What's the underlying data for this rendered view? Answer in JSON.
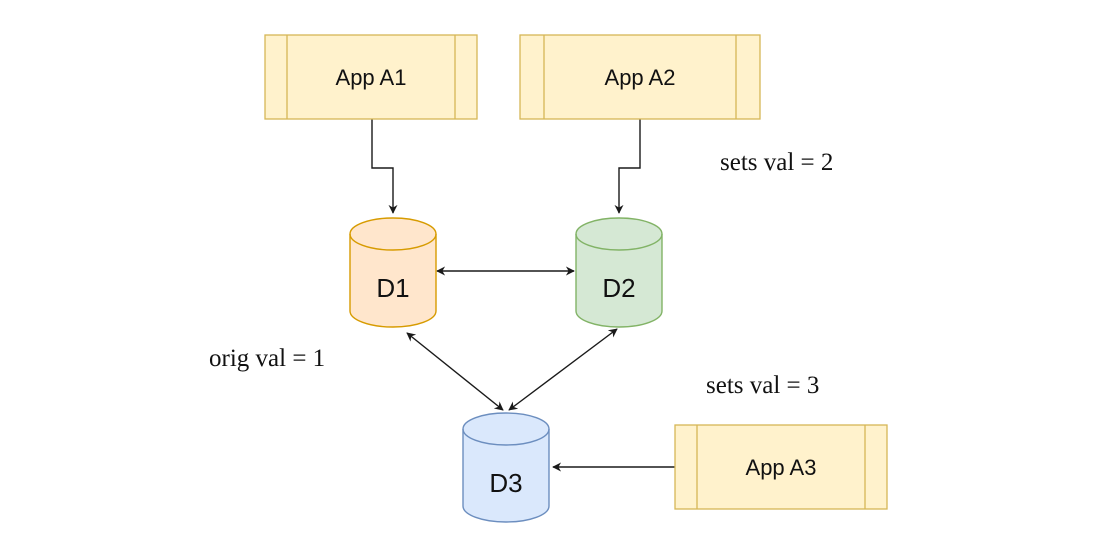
{
  "colors": {
    "app_fill": "#fff2cc",
    "app_stroke": "#d6b656",
    "d1_fill": "#ffe6cc",
    "d1_stroke": "#d79b00",
    "d2_fill": "#d5e8d4",
    "d2_stroke": "#82b366",
    "d3_fill": "#dae8fc",
    "d3_stroke": "#6c8ebf",
    "edge": "#1a1a1a"
  },
  "apps": {
    "a1": {
      "label": "App A1"
    },
    "a2": {
      "label": "App A2"
    },
    "a3": {
      "label": "App A3"
    }
  },
  "databases": {
    "d1": {
      "label": "D1"
    },
    "d2": {
      "label": "D2"
    },
    "d3": {
      "label": "D3"
    }
  },
  "notes": {
    "a2_sets": "sets val = 2",
    "a3_sets": "sets val = 3",
    "orig": "orig val = 1"
  },
  "connections": [
    {
      "from": "App A1",
      "to": "D1",
      "direction": "one-way"
    },
    {
      "from": "App A2",
      "to": "D2",
      "direction": "one-way"
    },
    {
      "from": "App A3",
      "to": "D3",
      "direction": "one-way"
    },
    {
      "from": "D1",
      "to": "D2",
      "direction": "two-way"
    },
    {
      "from": "D1",
      "to": "D3",
      "direction": "two-way"
    },
    {
      "from": "D2",
      "to": "D3",
      "direction": "two-way"
    }
  ]
}
